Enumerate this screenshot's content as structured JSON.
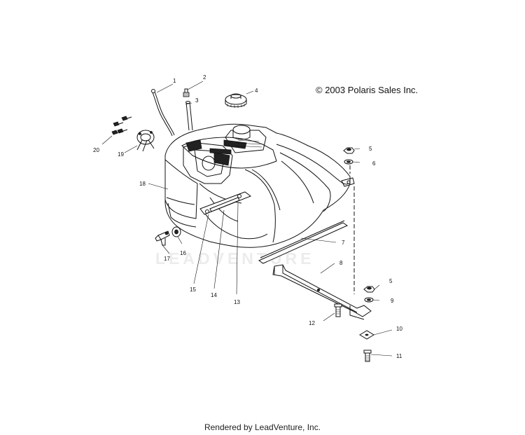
{
  "copyright": "© 2003 Polaris Sales Inc.",
  "footer": "Rendered by LeadVenture, Inc.",
  "watermark": "LEADVENTURE",
  "callouts": [
    "1",
    "2",
    "3",
    "4",
    "5",
    "6",
    "7",
    "8",
    "5",
    "9",
    "10",
    "11",
    "12",
    "13",
    "14",
    "15",
    "16",
    "17",
    "18",
    "19",
    "20"
  ]
}
